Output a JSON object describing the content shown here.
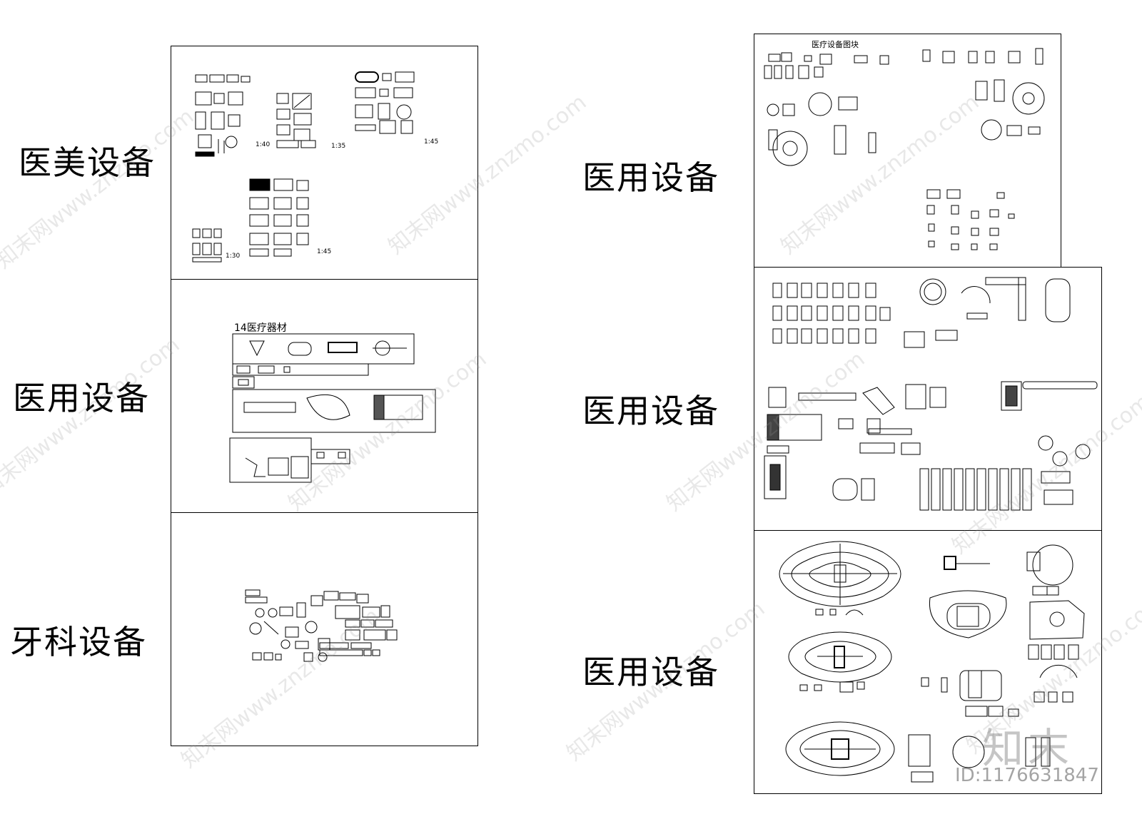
{
  "labels": {
    "aesthetic": "医美设备",
    "medical_1": "医用设备",
    "dental": "牙科设备",
    "medical_2": "医用设备",
    "medical_3": "医用设备",
    "medical_4": "医用设备"
  },
  "panel_aesthetic": {
    "scale_1": "1:40",
    "scale_2": "1:35",
    "scale_3": "1:45",
    "scale_4": "1:45",
    "scale_5": "1:30"
  },
  "panel_medical_1": {
    "title": "14医疗器材"
  },
  "panel_medical_2": {
    "title": "医疗设备图块"
  },
  "watermark": {
    "text": "知末网www.znzmo.com",
    "logo": "知末",
    "id": "ID:1176631847"
  },
  "colors": {
    "line": "#000000",
    "watermark": "#969696"
  }
}
